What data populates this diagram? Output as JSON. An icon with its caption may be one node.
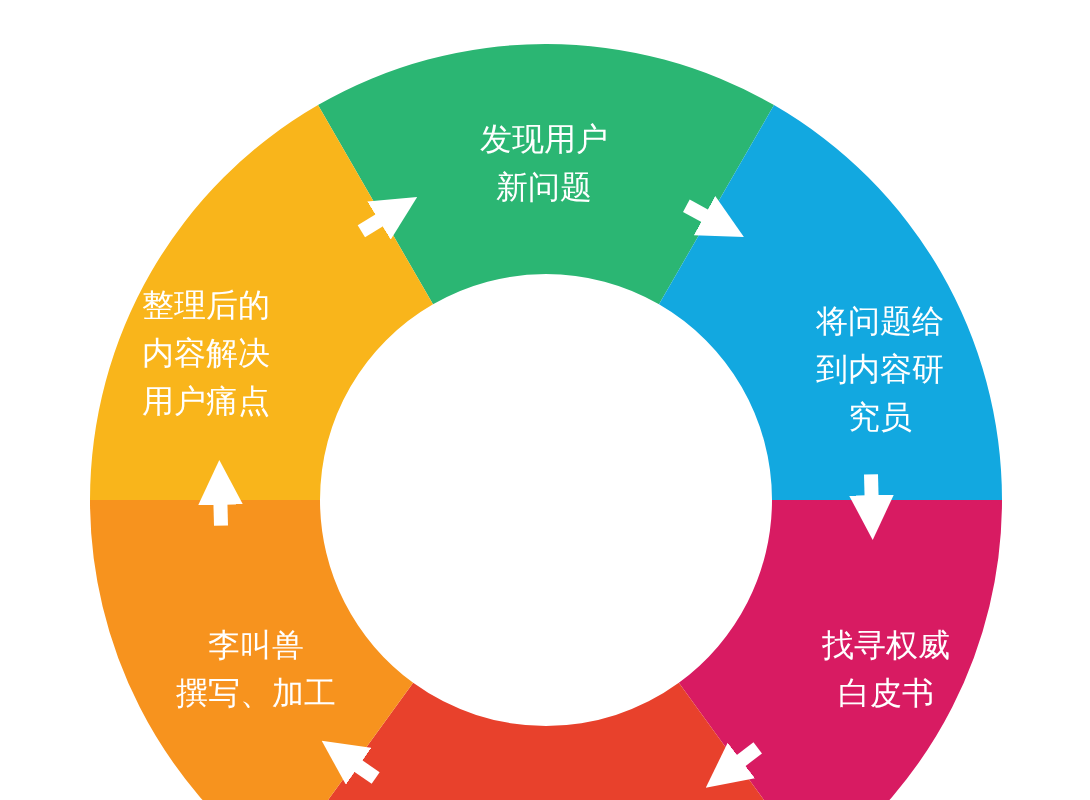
{
  "diagram": {
    "nodes": [
      {
        "text": [
          "发现用户新问题"
        ]
      },
      {
        "text": [
          "将问题给到内容研究员"
        ]
      },
      {
        "text": [
          "找寻权威白皮书"
        ]
      },
      {
        "text": [],
        "shape": "box"
      },
      {
        "text": [
          "李叫兽撰写、加工"
        ]
      },
      {
        "text": [
          "整理后的内容解决用户痛点"
        ]
      }
    ],
    "edges": [
      {
        "from": 0,
        "to": 1,
        "arrow": "to"
      },
      {
        "from": 1,
        "to": 2,
        "arrow": "to"
      },
      {
        "from": 2,
        "to": 3,
        "arrow": "to"
      },
      {
        "from": 3,
        "to": 4,
        "arrow": "to"
      },
      {
        "from": 4,
        "to": 5,
        "arrow": "to"
      },
      {
        "from": 5,
        "to": 0,
        "arrow": "to"
      }
    ]
  }
}
